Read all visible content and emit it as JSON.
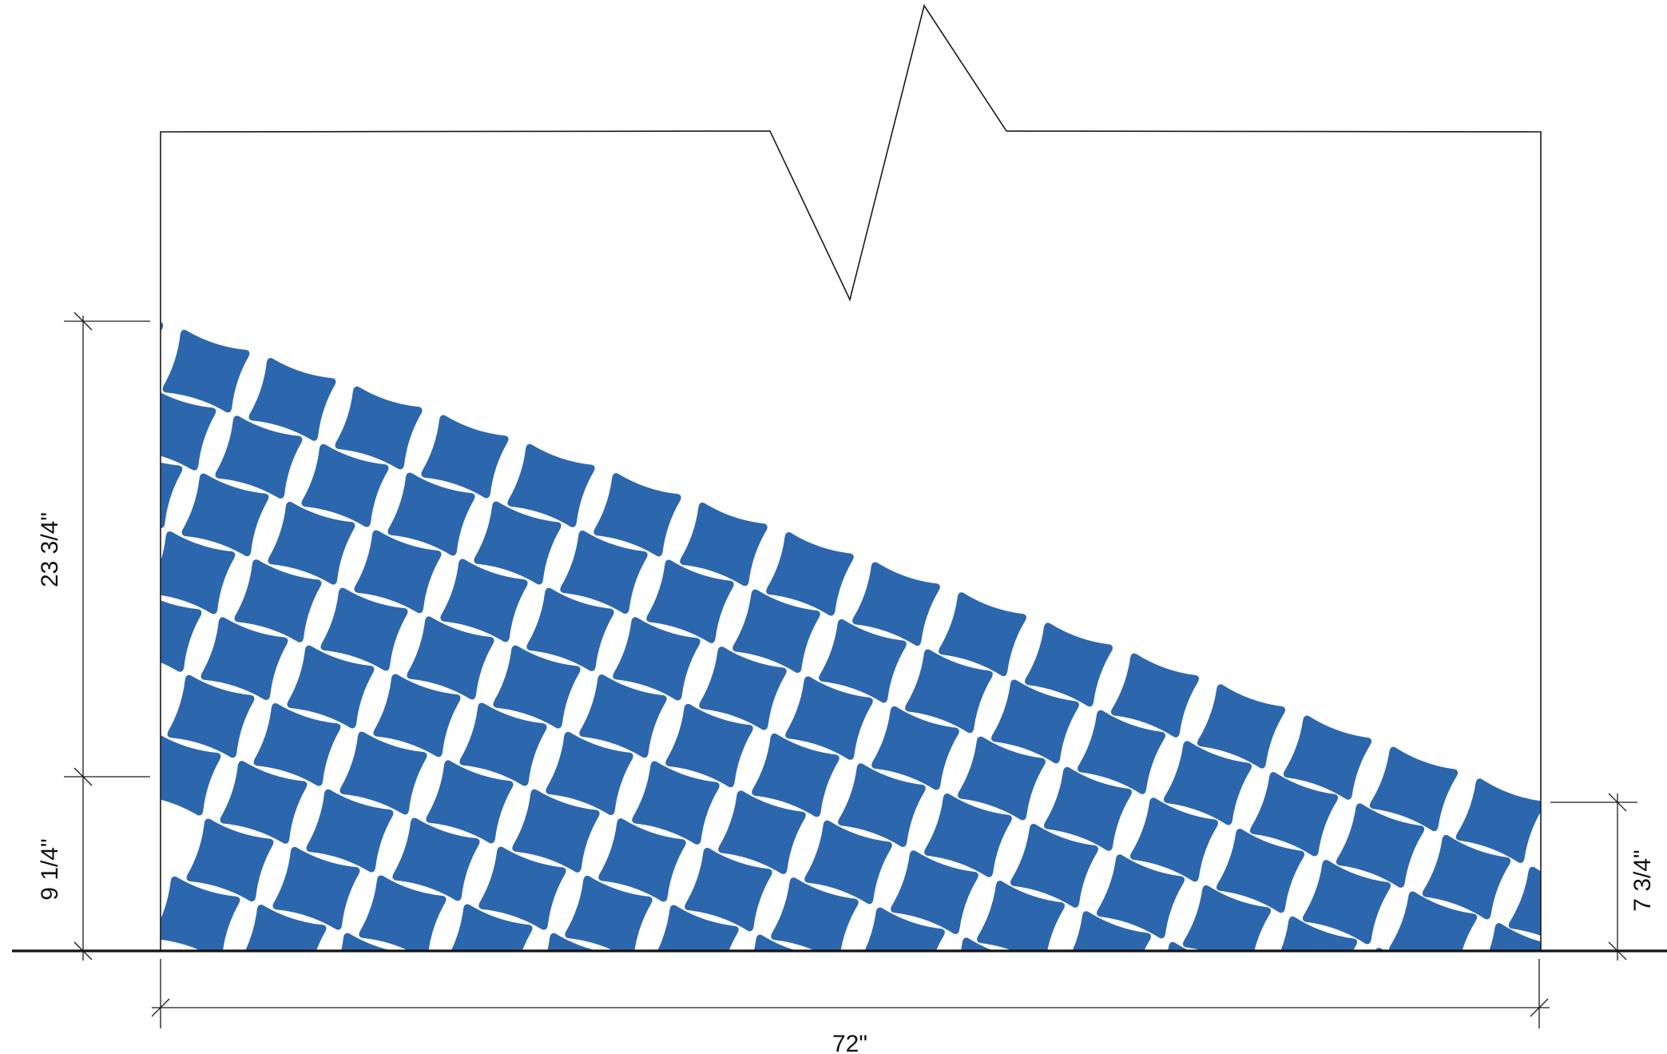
{
  "drawing": {
    "dimensions": {
      "upper_height": "23 3/4\"",
      "lower_height": "9 1/4\"",
      "right_height": "7 3/4\"",
      "width": "72\""
    },
    "pattern": {
      "fill_color": "#2c67ae",
      "outline_color": "#1a1a1a",
      "background": "#ffffff"
    }
  }
}
